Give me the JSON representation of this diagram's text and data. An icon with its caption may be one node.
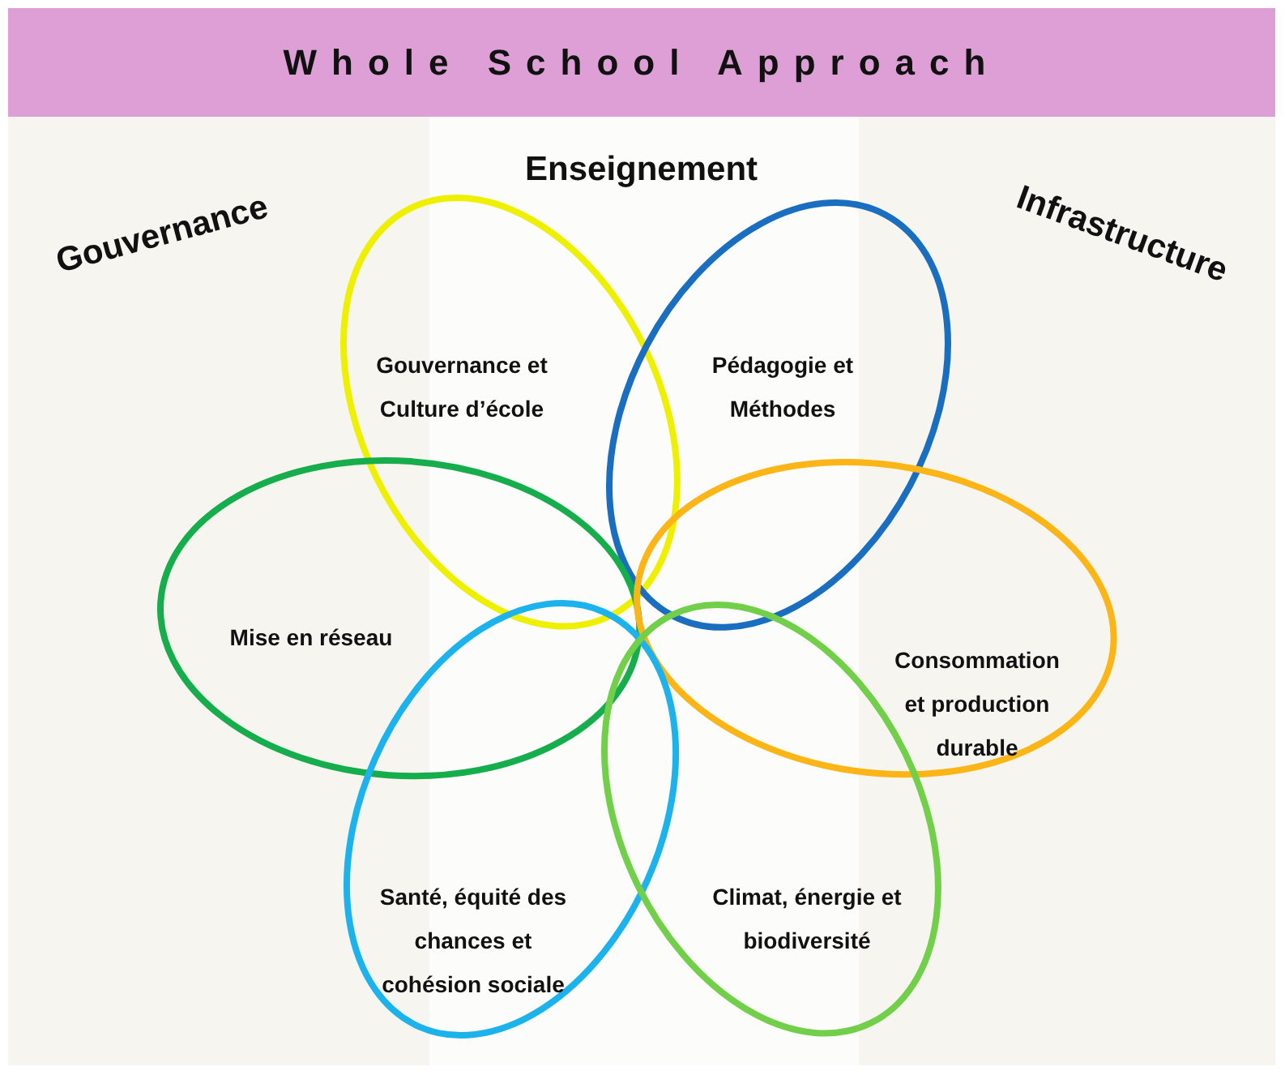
{
  "diagram": {
    "title": "Whole School Approach",
    "nodes": [
      {
        "text": [
          "Gouvernance et Culture d’école"
        ]
      },
      {
        "text": [
          "Pédagogie et Méthodes"
        ]
      },
      {
        "text": [
          "Mise en réseau"
        ]
      },
      {
        "text": [
          "Consommation et production durable"
        ]
      },
      {
        "text": [
          "Santé, équité des chances et cohésion sociale"
        ]
      },
      {
        "text": [
          "Climat, énergie et biodiversité"
        ]
      }
    ],
    "labels": [
      "Gouvernance",
      "Enseignement",
      "Infrastructure"
    ]
  }
}
